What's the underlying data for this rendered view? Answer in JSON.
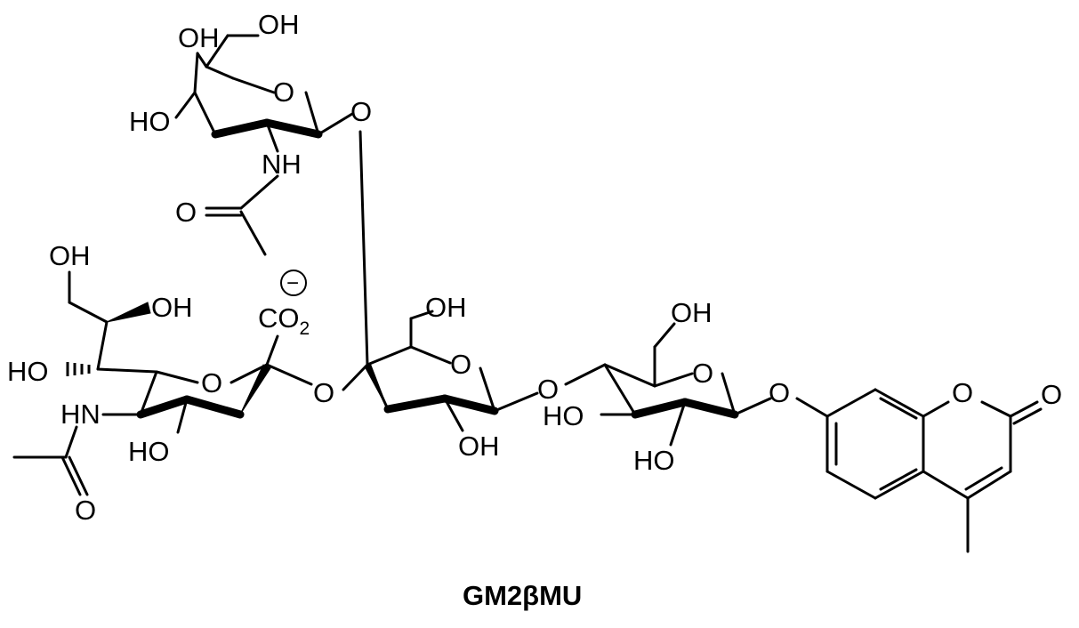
{
  "structure": {
    "caption": "GM2βMU",
    "labels": {
      "galnac": {
        "oh_top": "OH",
        "ch2oh": "OH",
        "ring_o": "O",
        "glyco_o": "O",
        "oh3": "HO",
        "nh": "NH",
        "carbonyl_o": "O"
      },
      "neu5ac": {
        "oh_top": "OH",
        "oh8": "OH",
        "oh7": "HO",
        "hn": "HN",
        "co2_c": "CO",
        "co2_sub": "2",
        "charge": "−",
        "ring_o": "O",
        "oh4": "HO",
        "carbonyl_o": "O",
        "glyco_o": "O"
      },
      "gal": {
        "ch2oh": "OH",
        "ring_o": "O",
        "oh2": "OH",
        "glyco_o": "O"
      },
      "glc": {
        "ch2oh": "OH",
        "ring_o": "O",
        "oh3": "HO",
        "oh2": "HO",
        "aglycone_o": "O"
      },
      "coumarin": {
        "ring_o": "O",
        "carbonyl_o": "O"
      }
    }
  }
}
